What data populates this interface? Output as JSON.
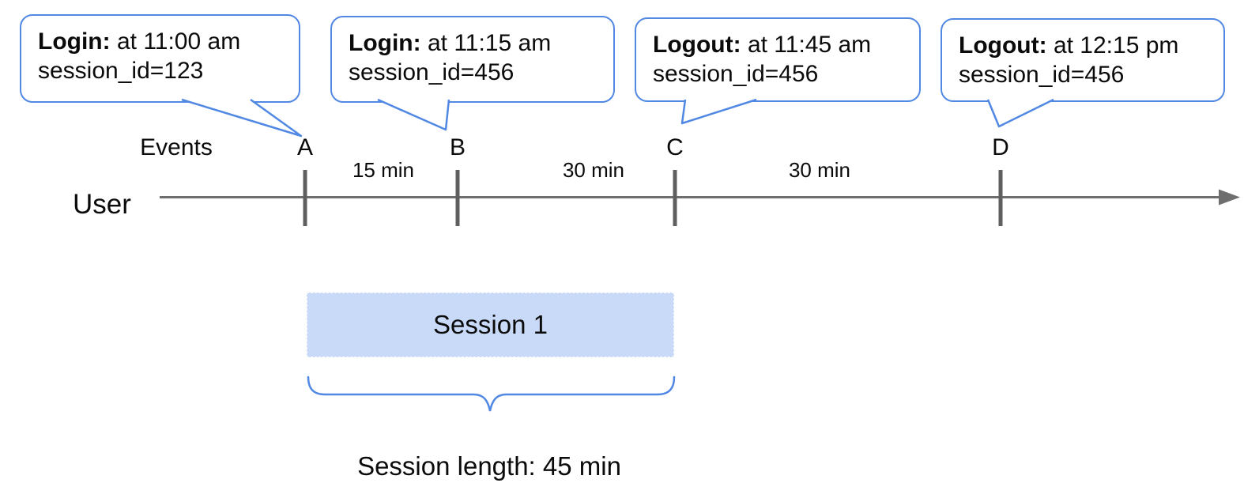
{
  "diagram_title": "user-session-timeline",
  "colors": {
    "accent_blue": "#5188e4",
    "session_box_fill": "#c9daf8",
    "axis_gray": "#6e6e6e",
    "tick_gray": "#5f5f5f",
    "text_black": "#0b0b0b"
  },
  "bubbles": [
    {
      "event_label": "Login:",
      "time_text": " at 11:00 am",
      "session_text": "session_id=123"
    },
    {
      "event_label": "Login:",
      "time_text": " at 11:15 am",
      "session_text": "session_id=456"
    },
    {
      "event_label": "Logout:",
      "time_text": " at 11:45 am",
      "session_text": "session_id=456"
    },
    {
      "event_label": "Logout:",
      "time_text": " at 12:15 pm",
      "session_text": "session_id=456"
    }
  ],
  "timeline": {
    "events_label": "Events",
    "user_label": "User",
    "event_markers": [
      "A",
      "B",
      "C",
      "D"
    ],
    "intervals": [
      "15 min",
      "30 min",
      "30 min"
    ]
  },
  "session": {
    "box_label": "Session 1",
    "length_label": "Session length: 45 min"
  }
}
